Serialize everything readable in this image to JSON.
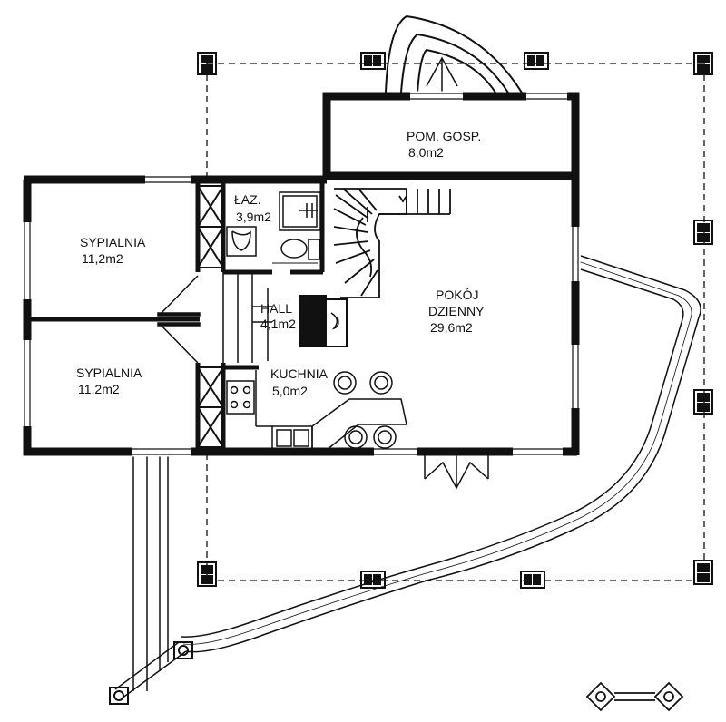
{
  "rooms": {
    "pom_gosp": {
      "name": "POM. GOSP.",
      "area": "8,0m2"
    },
    "laz": {
      "name": "ŁAZ.",
      "area": "3,9m2"
    },
    "sypialnia1": {
      "name": "SYPIALNIA",
      "area": "11,2m2"
    },
    "sypialnia2": {
      "name": "SYPIALNIA",
      "area": "11,2m2"
    },
    "hall": {
      "name": "HALL",
      "area": "4,1m2"
    },
    "pokoj": {
      "name": "POKÓJ",
      "name2": "DZIENNY",
      "area": "29,6m2"
    },
    "kuchnia": {
      "name": "KUCHNIA",
      "area": "5,0m2"
    }
  },
  "colors": {
    "ink": "#111111",
    "paper": "#ffffff"
  },
  "icons": [
    "compass-symbol-icon",
    "fireplace-icon",
    "stove-icon",
    "toilet-icon",
    "sink-icon",
    "shower-icon"
  ]
}
